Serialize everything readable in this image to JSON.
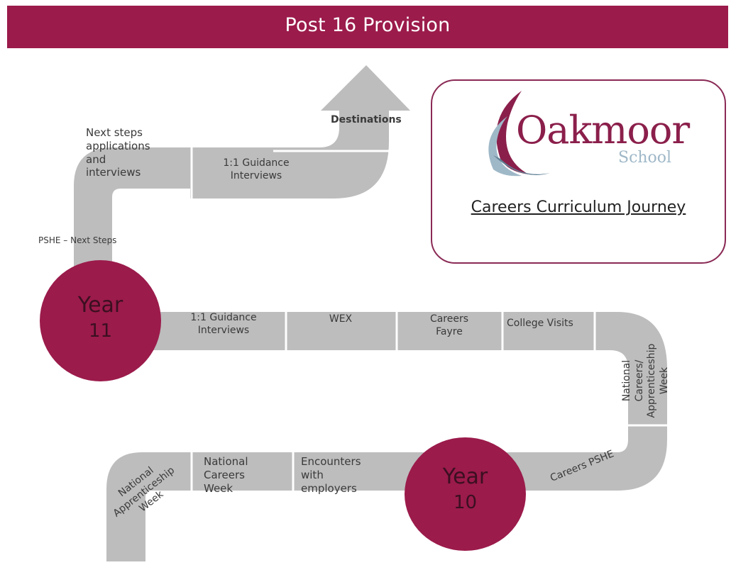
{
  "banner": {
    "title": "Post 16 Provision"
  },
  "card": {
    "logo_main": "Oakmoor",
    "logo_sub": "School",
    "title": "Careers Curriculum Journey"
  },
  "year11": {
    "label": "Year",
    "number": "11"
  },
  "year10": {
    "label": "Year",
    "number": "10"
  },
  "top_path": {
    "next_steps": "Next steps\napplications\nand\ninterviews",
    "guidance": "1:1 Guidance\nInterviews",
    "destinations": "Destinations",
    "pshe": "PSHE – Next Steps"
  },
  "middle_path": {
    "guidance": "1:1 Guidance\nInterviews",
    "wex": "WEX",
    "careers_fayre": "Careers\nFayre",
    "college_visits": "College Visits",
    "national_careers_week": "National Careers/\nApprenticeship\nWeek"
  },
  "bottom_path": {
    "careers_pshe": "Careers PSHE",
    "encounters": "Encounters\nwith\nemployers",
    "national_careers": "National\nCareers\nWeek",
    "national_apprenticeship": "National\nApprenticeship\nWeek"
  },
  "colors": {
    "accent": "#9b1b4b",
    "road": "#bdbdbd",
    "card_border": "#8a2a55"
  }
}
